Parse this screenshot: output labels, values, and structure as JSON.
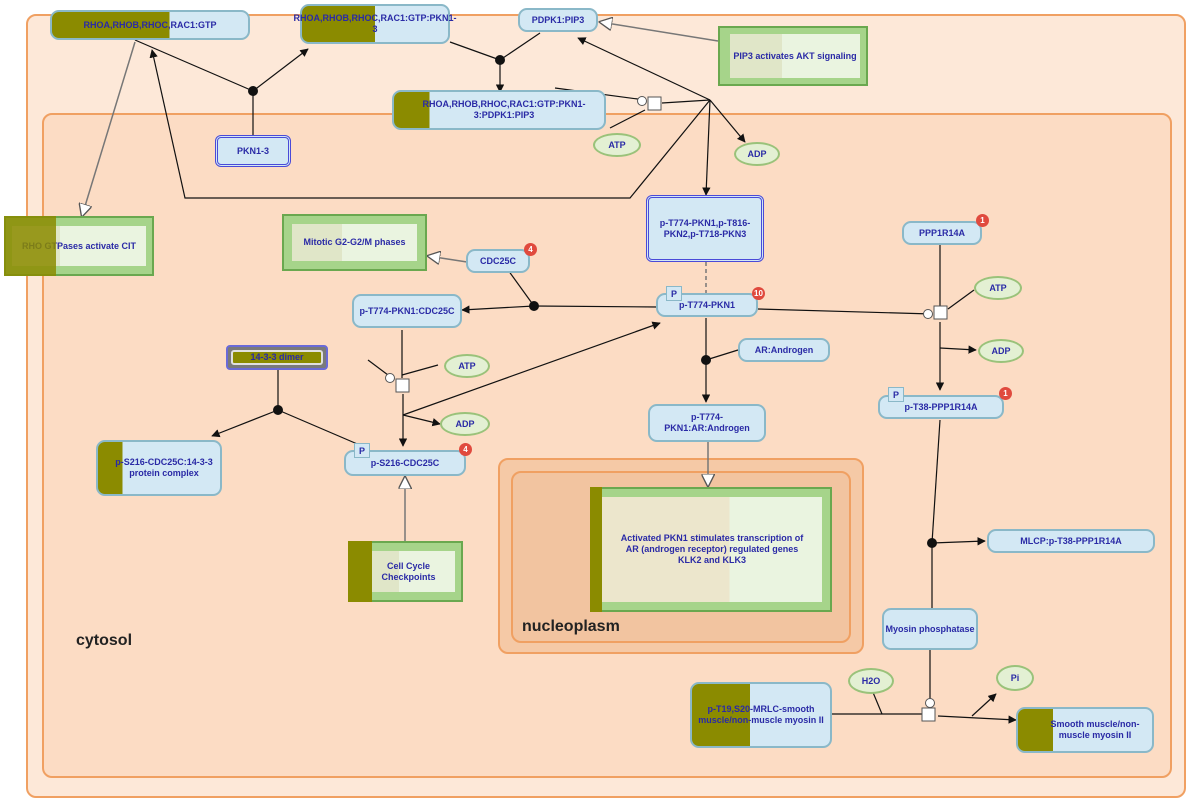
{
  "compartments": {
    "cytosol": "cytosol",
    "nucleoplasm": "nucleoplasm"
  },
  "nodes": {
    "rho_gtp": "RHOA,RHOB,RHOC,RAC1:GTP",
    "rho_pkn": "RHOA,RHOB,RHOC,RAC1:GTP:PKN1-3",
    "pdpk1": "PDPK1:PIP3",
    "pip3_pathway": "PIP3 activates AKT signaling",
    "rho_pkn_pdpk": "RHOA,RHOB,RHOC,RAC1:GTP:PKN1-3:PDPK1:PIP3",
    "pkn13": "PKN1-3",
    "atp1": "ATP",
    "adp1": "ADP",
    "rho_cit": "RHO GTPases activate CIT",
    "mitotic": "Mitotic G2-G2/M phases",
    "cdc25c": "CDC25C",
    "pkn_set": "p-T774-PKN1,p-T816-PKN2,p-T718-PKN3",
    "ppp1r14a": "PPP1R14A",
    "ptpkn_cdc": "p-T774-PKN1:CDC25C",
    "ptpkn1": "p-T774-PKN1",
    "atp4": "ATP",
    "dimer": "14-3-3 dimer",
    "atp2": "ATP",
    "ar_androgen": "AR:Androgen",
    "adp4": "ADP",
    "ps216_complex": "p-S216-CDC25C:14-3-3 protein complex",
    "adp2": "ADP",
    "ps216": "p-S216-CDC25C",
    "pkn_ar": "p-T774-PKN1:AR:Androgen",
    "pt38": "p-T38-PPP1R14A",
    "checkpoints": "Cell Cycle Checkpoints",
    "activated_pkn1": "Activated PKN1 stimulates transcription of AR (androgen receptor) regulated genes KLK2 and KLK3",
    "mlcp": "MLCP:p-T38-PPP1R14A",
    "myosin_phos": "Myosin phosphatase",
    "h2o": "H2O",
    "pi": "Pi",
    "mrlc": "p-T19,S20-MRLC-smooth muscle/non-muscle myosin II",
    "smooth": "Smooth muscle/non-muscle myosin II"
  },
  "badges": {
    "cdc25c": "4",
    "ptpkn1": "10",
    "ppp1r14a": "1",
    "pt38": "1",
    "ps216": "4"
  },
  "phospho_label": "P",
  "colors": {
    "cytosol_fill": "#fcdcc4",
    "nucleoplasm_fill": "#f5c9a6",
    "outer_fill": "#fde8d8",
    "compartment_border": "#f0a062",
    "protein": "#d3e8f4",
    "complex_dark": "#8b8b00",
    "pathway": "#a6d48a",
    "chemical": "#e3f0d3",
    "badge": "#e04a3e"
  }
}
